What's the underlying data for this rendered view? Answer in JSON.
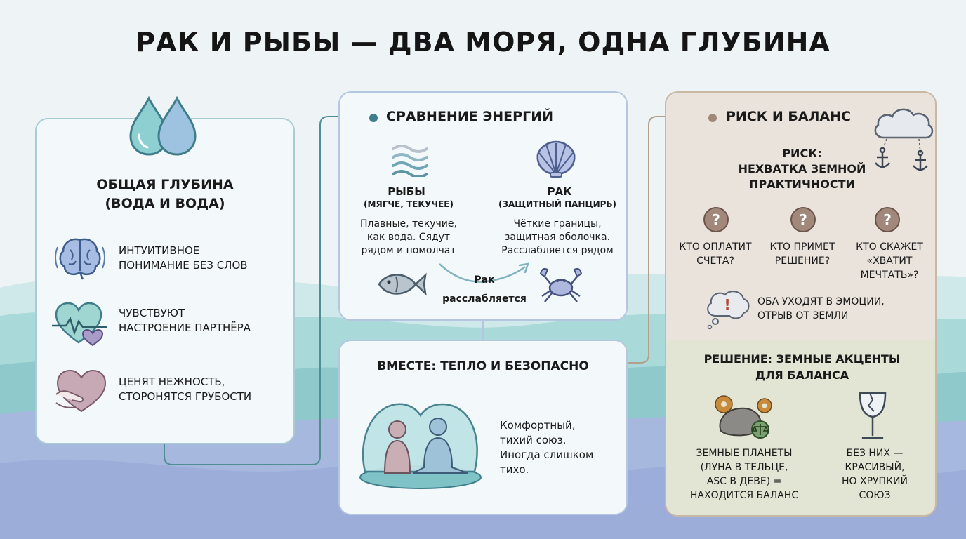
{
  "title": "РАК И РЫБЫ — ДВА МОРЯ, ОДНА ГЛУБИНА",
  "colors": {
    "background": "#eef4f6",
    "wave_teal": "#9fd3d3",
    "wave_blue": "#a6b7de",
    "card_border_blue": "#a9cbd4",
    "risk_panel": "#e9e3dc",
    "solution_panel": "#e2e5d4",
    "question_badge": "#a1887a"
  },
  "shared_depth": {
    "heading": "ОБЩАЯ ГЛУБИНА\n(ВОДА И ВОДА)",
    "icon": "water-drops-icon",
    "items": [
      {
        "icon": "brain-icon",
        "text": "ИНТУИТИВНОЕ\nПОНИМАНИЕ БЕЗ СЛОВ"
      },
      {
        "icon": "heart-pulse-icon",
        "text": "ЧУВСТВУЮТ\nНАСТРОЕНИЕ ПАРТНЁРА"
      },
      {
        "icon": "heart-hands-icon",
        "text": "ЦЕНЯТ НЕЖНОСТЬ,\nСТОРОНЯТСЯ ГРУБОСТИ"
      }
    ]
  },
  "energy": {
    "heading": "СРАВНЕНИЕ ЭНЕРГИЙ",
    "pisces": {
      "icon": "waves-icon",
      "name": "РЫБЫ",
      "subtitle": "(МЯГЧЕ, ТЕКУЧЕЕ)",
      "text": "Плавные, текучие,\nкак вода. Сядут\nрядом и помолчат"
    },
    "cancer": {
      "icon": "shell-icon",
      "name": "РАК",
      "subtitle": "(ЗАЩИТНЫЙ ПАНЦИРЬ)",
      "text": "Чёткие границы,\nзащитная оболочка.\nРасслабляется рядом"
    },
    "arrow_label": "Рак\nрасслабляется"
  },
  "together": {
    "heading": "ВМЕСТЕ: ТЕПЛО И БЕЗОПАСНО",
    "text": "Комфортный,\nтихий союз.\nИногда слишком\nтихо."
  },
  "risk": {
    "heading": "РИСК И БАЛАНС",
    "risk_title": "РИСК:\nНЕХВАТКА ЗЕМНОЙ\nПРАКТИЧНОСТИ",
    "questions": [
      "КТО ОПЛАТИТ\nСЧЕТА?",
      "КТО ПРИМЕТ\nРЕШЕНИЕ?",
      "КТО СКАЖЕТ\n«ХВАТИТ\nМЕЧТАТЬ»?"
    ],
    "emotion_note": "ОБА УХОДЯТ В ЭМОЦИИ,\nОТРЫВ ОТ ЗЕМЛИ",
    "solution_title": "РЕШЕНИЕ: ЗЕМНЫЕ АКЦЕНТЫ\nДЛЯ БАЛАНСА",
    "solution_left": "ЗЕМНЫЕ ПЛАНЕТЫ\n(ЛУНА В ТЕЛЬЦЕ,\nASC В ДЕВЕ) =\nНАХОДИТСЯ БАЛАНС",
    "solution_right": "БЕЗ НИХ —\nКРАСИВЫЙ,\nНО ХРУПКИЙ\nСОЮЗ"
  }
}
